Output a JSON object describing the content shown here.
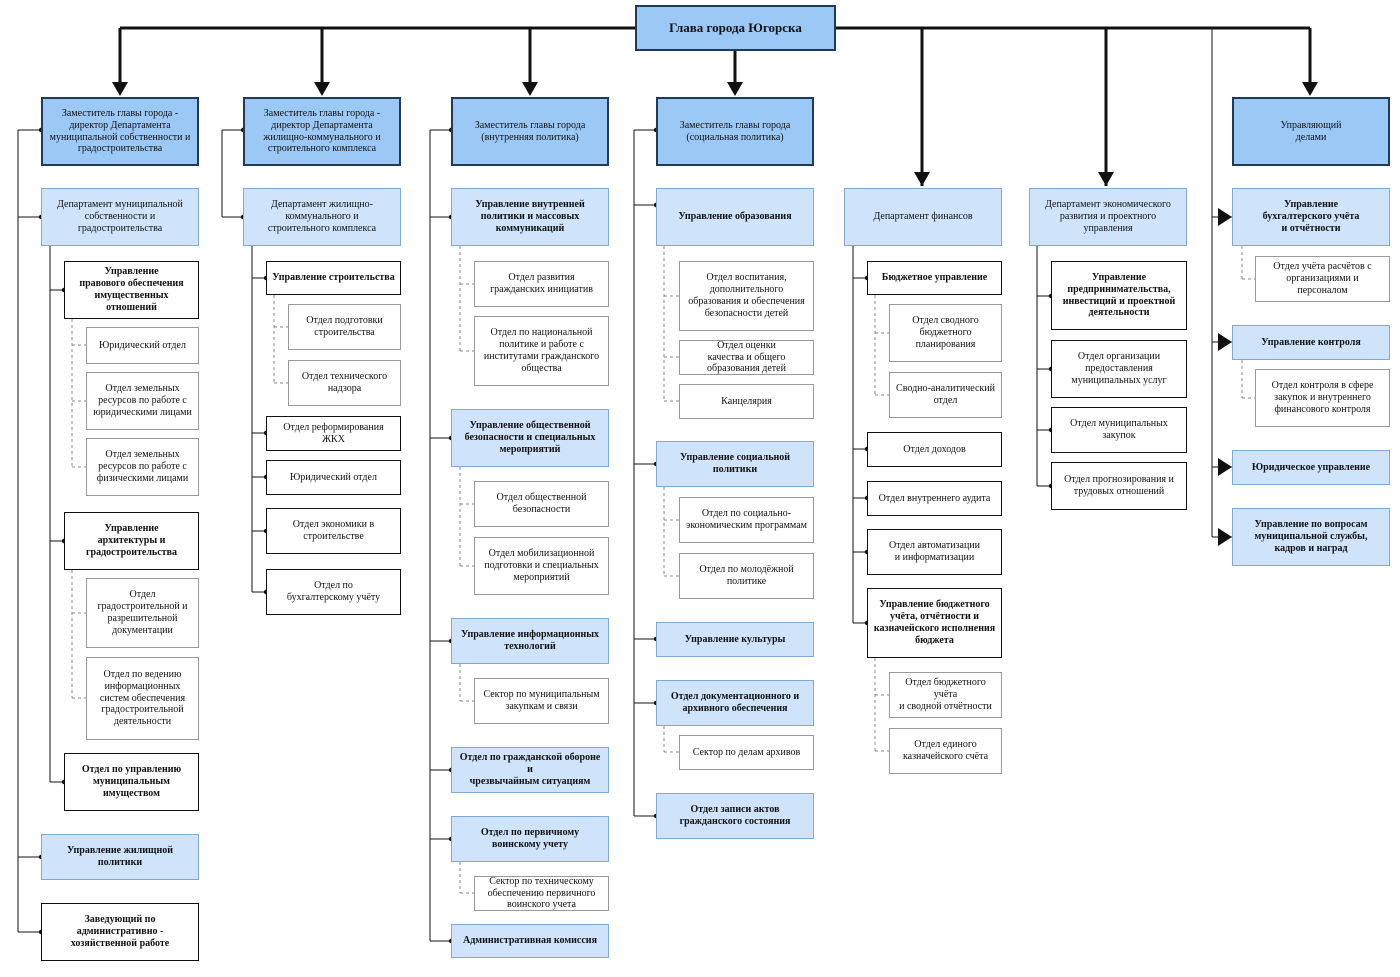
{
  "nodes": {
    "head": "Глава города Югорска",
    "d1": "Заместитель главы города -\nдиректор Департамента\nмуниципальной собственности и\nградостроительства",
    "d2": "Заместитель главы города -\nдиректор Департамента\nжилищно-коммунального и\nстроительного комплекса",
    "d3": "Заместитель главы города\n(внутренняя политика)",
    "d4": "Заместитель главы города\n(социальная политика)",
    "d5": "Управляющий\nделами",
    "c1_dep": "Департамент муниципальной\nсобственности и\nградостроительства",
    "c1_upr1": "Управление\nправового обеспечения\nимущественных отношений",
    "c1_s1": "Юридический отдел",
    "c1_s2": "Отдел земельных\nресурсов по работе с\nюридическими лицами",
    "c1_s3": "Отдел земельных\nресурсов по работе с\nфизическими лицами",
    "c1_upr2": "Управление\nархитектуры и\nградостроительства",
    "c1_s4": "Отдел\nградостроительной и\nразрешительной\nдокументации",
    "c1_s5": "Отдел по ведению\nинформационных\nсистем обеспечения\nградостроительной\nдеятельности",
    "c1_s6": "Отдел по управлению\nмуниципальным\nимуществом",
    "c1_housing": "Управление жилищной\nполитики",
    "c1_admin": "Заведующий по\nадминистративно -\nхозяйственной работе",
    "c2_dep": "Департамент жилищно-\nкоммунального и\nстроительного комплекса",
    "c2_upr": "Управление строительства",
    "c2_s1": "Отдел подготовки\nстроительства",
    "c2_s2": "Отдел технического\nнадзора",
    "c2_s3": "Отдел реформирования ЖКХ",
    "c2_s4": "Юридический отдел",
    "c2_s5": "Отдел экономики в\nстроительстве",
    "c2_s6": "Отдел по\nбухгалтерскому учёту",
    "c3_u1": "Управление внутренней\nполитики и массовых\nкоммуникаций",
    "c3_s1": "Отдел развития\nгражданских инициатив",
    "c3_s2": "Отдел по национальной\nполитике и работе с\nинститутами гражданского\nобщества",
    "c3_u2": "Управление общественной\nбезопасности и специальных\nмероприятий",
    "c3_s3": "Отдел общественной\nбезопасности",
    "c3_s4": "Отдел мобилизационной\nподготовки и специальных\nмероприятий",
    "c3_u3": "Управление информационных\nтехнологий",
    "c3_s5": "Сектор по муниципальным\nзакупкам и связи",
    "c3_u4": "Отдел по гражданской обороне и\nчрезвычайным ситуациям",
    "c3_u5": "Отдел по первичному\nвоинскому учету",
    "c3_s6": "Сектор по техническому\nобеспечению первичного\nвоинского учета",
    "c3_u6": "Административная комиссия",
    "c4_u1": "Управление образования",
    "c4_s1": "Отдел воспитания,\nдополнительного\nобразования и обеспечения\nбезопасности детей",
    "c4_s2": "Отдел оценки\nкачества и общего\nобразования детей",
    "c4_s3": "Канцелярия",
    "c4_u2": "Управление социальной\nполитики",
    "c4_s4": "Отдел по социально-\nэкономическим программам",
    "c4_s5": "Отдел по молодёжной\nполитике",
    "c4_u3": "Управление культуры",
    "c4_u4": "Отдел документационного и\nархивного обеспечения",
    "c4_s6": "Сектор по делам архивов",
    "c4_u5": "Отдел записи актов\nгражданского состояния",
    "c5_dep": "Департамент финансов",
    "c5_u1": "Бюджетное управление",
    "c5_s1": "Отдел сводного\nбюджетного\nпланирования",
    "c5_s2": "Сводно-аналитический\nотдел",
    "c5_u2": "Отдел доходов",
    "c5_u3": "Отдел внутреннего аудита",
    "c5_u4": "Отдел автоматизации\nи информатизации",
    "c5_u5": "Управление бюджетного\nучёта, отчётности и\nказначейского исполнения\nбюджета",
    "c5_s3": "Отдел бюджетного учёта\nи сводной отчётности",
    "c5_s4": "Отдел единого\nказначейского счёта",
    "c6_dep": "Департамент экономического\nразвития и проектного\nуправления",
    "c6_u1": "Управление\nпредпринимательства,\nинвестиций и проектной\nдеятельности",
    "c6_u2": "Отдел организации\nпредоставления\nмуниципальных услуг",
    "c6_u3": "Отдел муниципальных\nзакупок",
    "c6_u4": "Отдел прогнозирования и\nтрудовых отношений",
    "c7_u1": "Управление\nбухгалтерского учёта\nи отчётности",
    "c7_s1": "Отдел учёта расчётов с\nорганизациями и персоналом",
    "c7_u2": "Управление контроля",
    "c7_s2": "Отдел контроля в сфере\nзакупок и внутреннего\nфинансового контроля",
    "c7_u3": "Юридическое управление",
    "c7_u4": "Управление по вопросам\nмуниципальной службы,\nкадров и наград"
  },
  "colors": {
    "top_fill": "#9cc8f6",
    "dept_fill": "#cfe3fb",
    "line": "#111111"
  }
}
